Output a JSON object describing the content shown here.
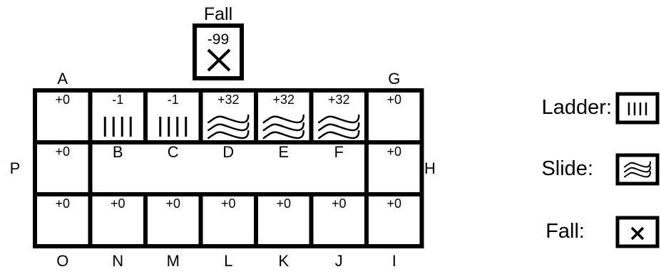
{
  "fall_cell": {
    "title": "Fall",
    "value": "-99"
  },
  "top_row": [
    {
      "value": "+0",
      "icon": "none",
      "label": "A"
    },
    {
      "value": "-1",
      "icon": "ladder",
      "label": ""
    },
    {
      "value": "-1",
      "icon": "ladder",
      "label": ""
    },
    {
      "value": "+32",
      "icon": "slide",
      "label": ""
    },
    {
      "value": "+32",
      "icon": "slide",
      "label": ""
    },
    {
      "value": "+32",
      "icon": "slide",
      "label": ""
    },
    {
      "value": "+0",
      "icon": "none",
      "label": "G"
    }
  ],
  "middle_row": {
    "left": {
      "value": "+0",
      "label": "P"
    },
    "right": {
      "value": "+0",
      "label": "H"
    },
    "inner_labels": [
      "B",
      "C",
      "D",
      "E",
      "F"
    ]
  },
  "bottom_row": [
    {
      "value": "+0",
      "label": "O"
    },
    {
      "value": "+0",
      "label": "N"
    },
    {
      "value": "+0",
      "label": "M"
    },
    {
      "value": "+0",
      "label": "L"
    },
    {
      "value": "+0",
      "label": "K"
    },
    {
      "value": "+0",
      "label": "J"
    },
    {
      "value": "+0",
      "label": "I"
    }
  ],
  "legend": [
    {
      "label": "Ladder:",
      "icon": "ladder"
    },
    {
      "label": "Slide:",
      "icon": "slide"
    },
    {
      "label": "Fall:",
      "icon": "fall"
    }
  ]
}
